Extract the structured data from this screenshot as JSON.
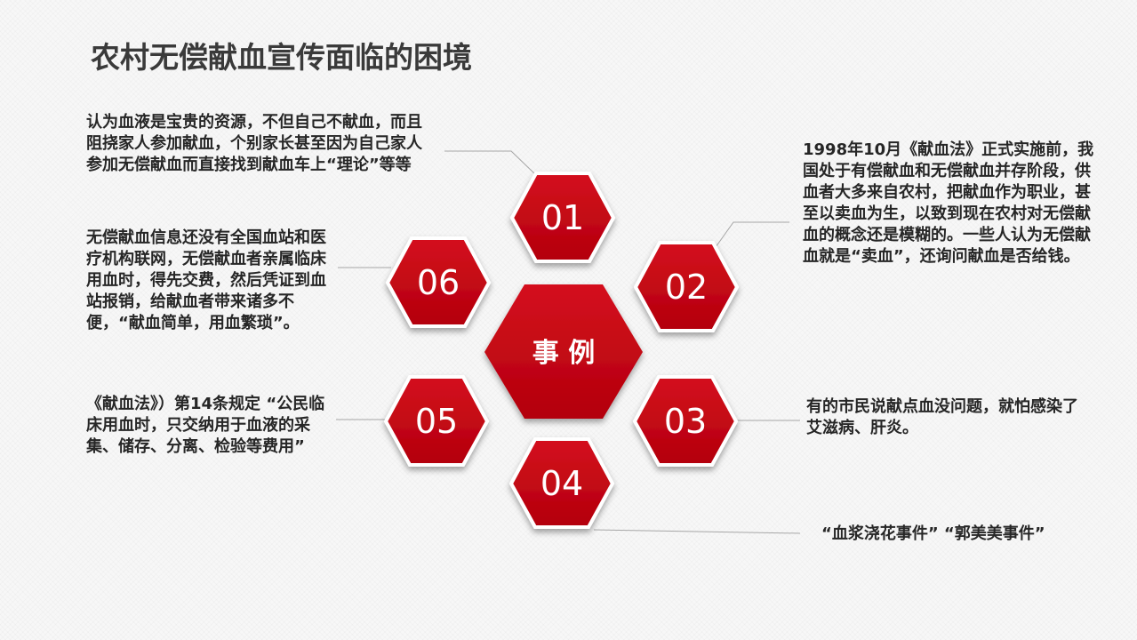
{
  "title": "农村无偿献血宣传面临的困境",
  "center_label": "事 例",
  "items": [
    {
      "number": "01",
      "text": "认为血液是宝贵的资源，不但自己不献血，而且阻挠家人参加献血，个别家长甚至因为自己家人参加无偿献血而直接找到献血车上“理论”等等"
    },
    {
      "number": "02",
      "text": "1998年10月《献血法》正式实施前，我国处于有偿献血和无偿献血并存阶段，供血者大多来自农村，把献血作为职业，甚至以卖血为生，以致到现在农村对无偿献血的概念还是模糊的。一些人认为无偿献血就是“卖血”，还询问献血是否给钱。"
    },
    {
      "number": "03",
      "text": "有的市民说献点血没问题，就怕感染了艾滋病、肝炎。"
    },
    {
      "number": "04",
      "text": "“血浆浇花事件”  “郭美美事件”"
    },
    {
      "number": "05",
      "text": "《献血法》）第14条规定 “公民临床用血时，只交纳用于血液的采集、储存、分离、检验等费用”"
    },
    {
      "number": "06",
      "text": "无偿献血信息还没有全国血站和医疗机构联网，无偿献血者亲属临床用血时，得先交费，然后凭证到血站报销，给献血者带来诸多不便，“献血简单，用血繁琐”。"
    }
  ],
  "colors": {
    "hex_fill": "#c0000f",
    "hex_border": "#ffffff",
    "connector": "#a6a6a6",
    "text": "#262626",
    "title": "#3a3a3a"
  }
}
